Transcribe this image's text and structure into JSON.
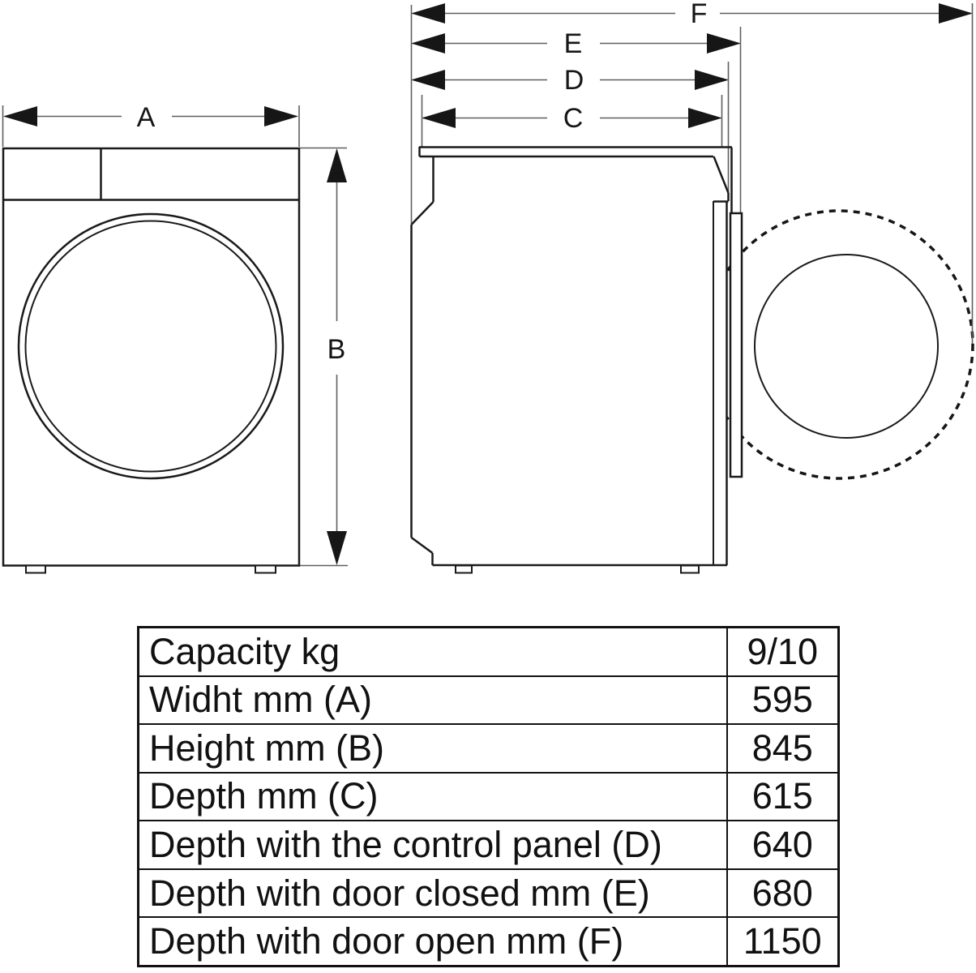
{
  "diagram": {
    "front_view": {
      "width_label": "A",
      "height_label": "B"
    },
    "side_view": {
      "depth_label": "C",
      "depth_with_panel_label": "D",
      "depth_door_closed_label": "E",
      "depth_door_open_label": "F"
    }
  },
  "spec_table": {
    "rows": [
      {
        "label": "Capacity kg",
        "value": "9/10"
      },
      {
        "label": "Widht mm (A)",
        "value": "595"
      },
      {
        "label": "Height mm (B)",
        "value": "845"
      },
      {
        "label": "Depth mm (C)",
        "value": "615"
      },
      {
        "label": "Depth with the control panel (D)",
        "value": "640"
      },
      {
        "label": "Depth with door closed mm (E)",
        "value": "680"
      },
      {
        "label": "Depth with door open mm (F)",
        "value": "1150"
      }
    ]
  },
  "colors": {
    "machine_line": "#1a1a1a",
    "dimension_line": "#5f5f5f",
    "text": "#111111",
    "background": "#ffffff"
  }
}
